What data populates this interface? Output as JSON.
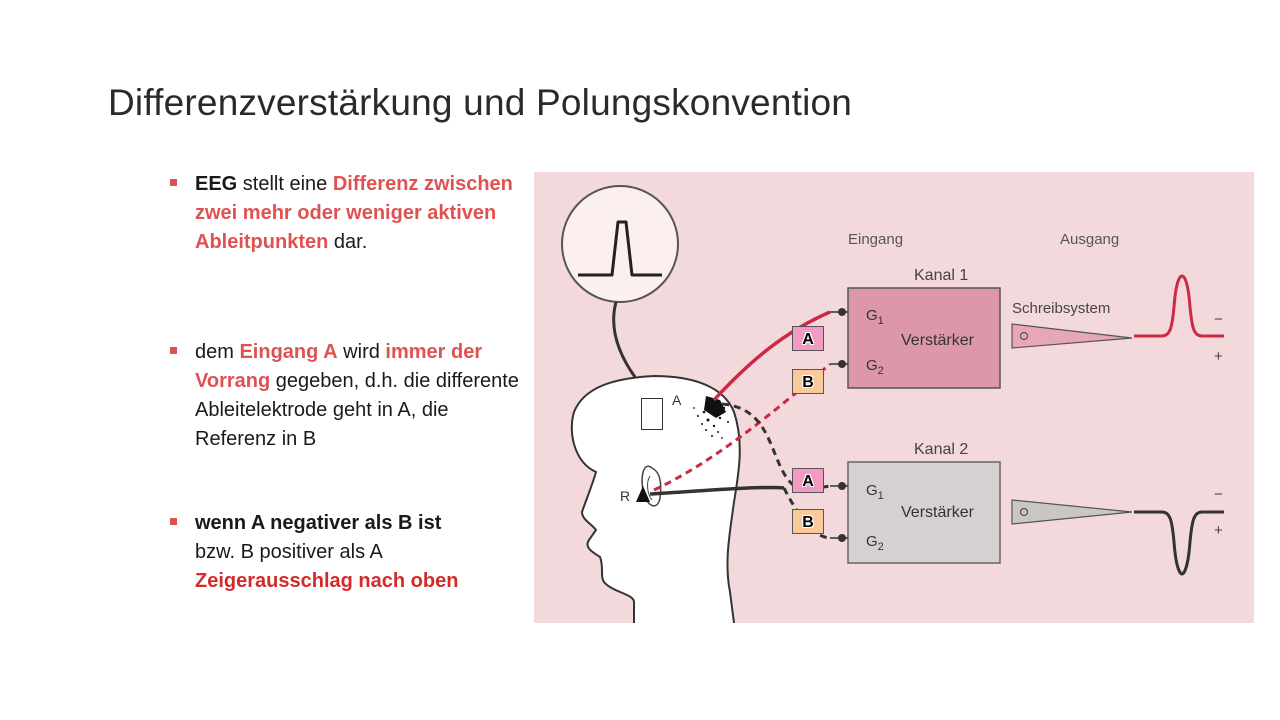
{
  "slide": {
    "title": "Differenzverstärkung und Polungskonvention"
  },
  "bullets": {
    "b1": {
      "p1": "EEG",
      "p2": " stellt eine ",
      "p3": "Differenz zwischen zwei mehr oder weniger aktiven Ableitpunkten",
      "p4": " dar."
    },
    "b2": {
      "p1": "dem ",
      "p2": "Eingang A",
      "p3": " wird ",
      "p4": "immer der Vorrang",
      "p5": " gegeben, d.h. die differente Ableitelektrode geht in A, die Referenz in B"
    },
    "b3": {
      "p1": "wenn A negativer als B ist",
      "p2": "bzw.  B positiver als A",
      "p3": "Zeigerausschlag nach oben"
    }
  },
  "figure": {
    "eingang": "Eingang",
    "ausgang": "Ausgang",
    "kanal1": "Kanal 1",
    "kanal2": "Kanal 2",
    "verstaerker": "Verstärker",
    "schreibsystem": "Schreibsystem",
    "g": "G",
    "sub1": "1",
    "sub2": "2",
    "electrode_a": "A",
    "electrode_r": "R",
    "minus": "−",
    "plus": "+",
    "box_a": "A",
    "box_b": "B",
    "colors": {
      "background": "#f3d9dc",
      "kanal1_box": "#dc98a8",
      "kanal2_box": "#d5d1d0",
      "active_line": "#cc2a44",
      "reference_line": "#333333",
      "box_a": "#f29ac1",
      "box_b": "#f9c99b"
    }
  }
}
